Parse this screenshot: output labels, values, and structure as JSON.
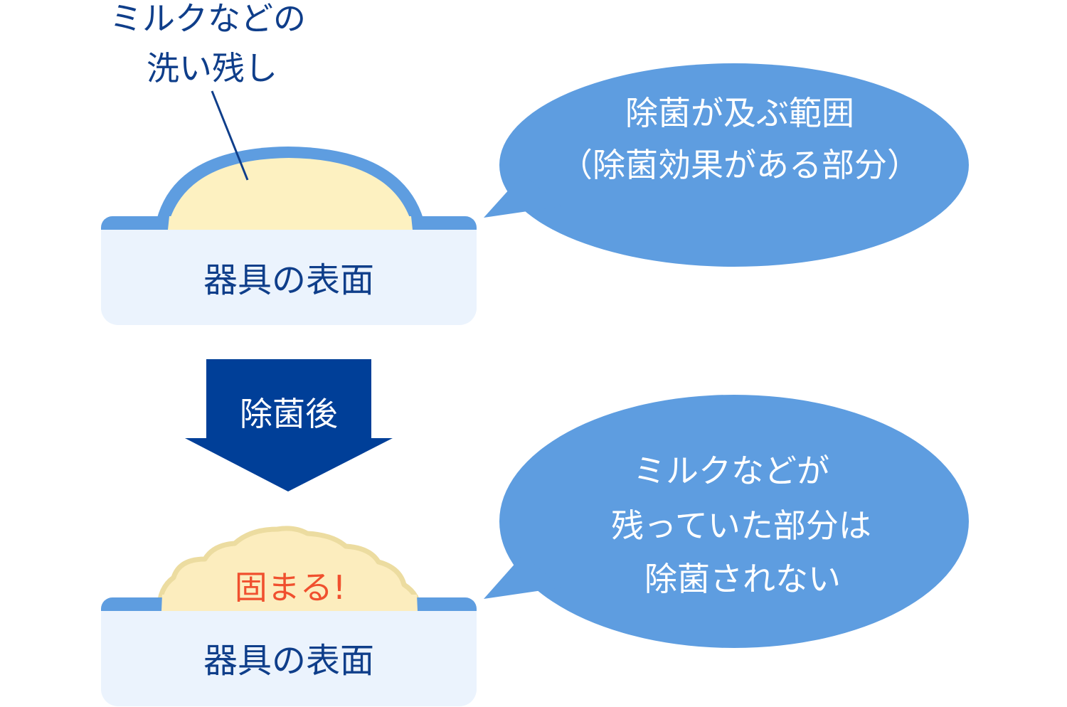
{
  "colors": {
    "bubble": "#5e9de0",
    "bubble_text": "#ffffff",
    "surface_fill": "#ebf3fd",
    "surface_rim": "#5e9de0",
    "residue_fill": "#fdf1c1",
    "residue_hard_fill": "#fcedbe",
    "residue_hard_edge": "#ecdca0",
    "arrow": "#003f98",
    "arrow_text": "#ffffff",
    "navy_text": "#0f3e8a",
    "alert_text": "#f0502e",
    "leader_line": "#0f3e8a"
  },
  "before": {
    "residue_label_line1": "ミルクなどの",
    "residue_label_line2": "洗い残し",
    "surface_label": "器具の表面",
    "bubble_line1": "除菌が及ぶ範囲",
    "bubble_line2": "（除菌効果がある部分）"
  },
  "arrow": {
    "label": "除菌後"
  },
  "after": {
    "residue_label": "固まる!",
    "surface_label": "器具の表面",
    "bubble_line1": "ミルクなどが",
    "bubble_line2": "残っていた部分は",
    "bubble_line3": "除菌されない"
  }
}
